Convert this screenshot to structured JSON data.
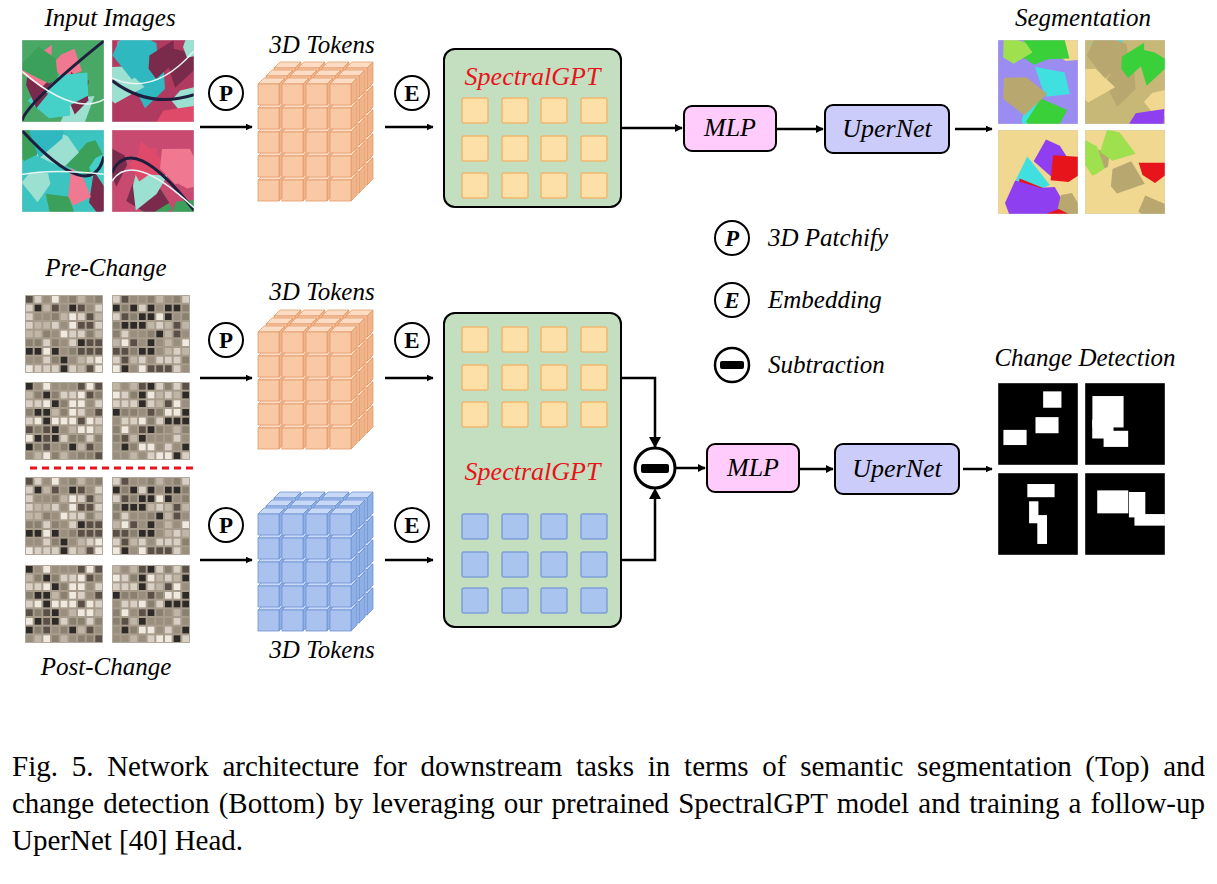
{
  "diagram": {
    "caption": "Fig. 5. Network architecture for downstream tasks in terms of semantic segmentation (Top) and change detection (Bottom) by leveraging our pretrained SpectralGPT model and training a follow-up UperNet [40] Head.",
    "nodes": [
      {
        "text": [
          "P"
        ]
      },
      {
        "text": [
          "E"
        ]
      },
      {
        "text": [
          "SpectralGPT"
        ]
      },
      {
        "text": [
          "MLP"
        ]
      },
      {
        "text": [
          "UperNet"
        ]
      },
      {
        "text": [
          "P"
        ]
      },
      {
        "text": [
          "E"
        ]
      },
      {
        "text": [
          "SpectralGPT"
        ]
      },
      {
        "text": [
          "MLP"
        ]
      },
      {
        "text": [
          "UperNet"
        ]
      },
      {
        "text": [
          "P"
        ]
      },
      {
        "text": [
          "E"
        ]
      }
    ],
    "edges": [
      {
        "from": 2,
        "to": 3,
        "arrow": "to"
      },
      {
        "from": 3,
        "to": 4,
        "arrow": "to"
      },
      {
        "from": 7,
        "to": 8,
        "arrow": "to"
      },
      {
        "from": 8,
        "to": 9,
        "arrow": "to"
      }
    ],
    "labels": [
      "Input Images",
      "3D Tokens",
      "Segmentation",
      "3D Tokens",
      "Pre-Change",
      "Change Detection",
      "Post-Change",
      "3D Tokens",
      "P",
      "E"
    ],
    "legend": [
      {
        "text": "3D Patchify"
      },
      {
        "text": "Embedding"
      },
      {
        "text": "Subtraction"
      }
    ]
  }
}
